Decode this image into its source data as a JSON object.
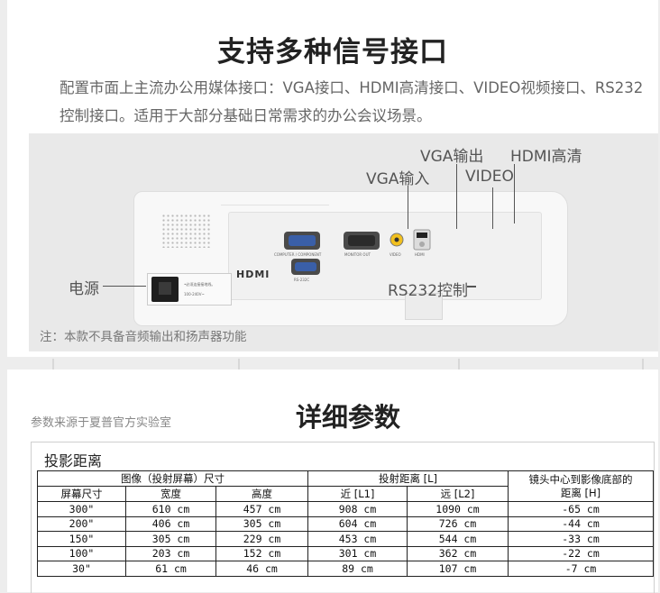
{
  "section1": {
    "title": "支持多种信号接口",
    "description": "配置市面上主流办公用媒体接口：VGA接口、HDMI高清接口、VIDEO视频接口、RS232控制接口。适用于大部分基础日常需求的办公会议场景。",
    "callouts": {
      "vga_in": "VGA输入",
      "vga_out": "VGA输出",
      "video": "VIDEO",
      "hdmi": "HDMI高清",
      "power": "电源",
      "rs232": "RS232控制"
    },
    "device_labels": {
      "computer_component": "COMPUTER / COMPONENT",
      "monitor_out": "MONITOR OUT",
      "video": "VIDEO",
      "hdmi": "HDMI",
      "rs232c": "RS-232C",
      "hdmi_logo": "HDMI",
      "power_warning": "•必须连接接地线。",
      "power_rating": "100-240V~"
    },
    "note": "注：本款不具备音频输出和扬声器功能"
  },
  "section2": {
    "source": "参数来源于夏普官方实验室",
    "title": "详细参数",
    "table_title": "投影距离",
    "headers": {
      "image_size": "图像（投射屏幕）尺寸",
      "throw_distance": "投射距离 [L]",
      "lens_center": "镜头中心到影像底部的距离 [H]",
      "screen_size": "屏幕尺寸",
      "width": "宽度",
      "height": "高度",
      "near": "近 [L1]",
      "far": "远 [L2]"
    },
    "rows": [
      [
        "300\"",
        "610 cm",
        "457 cm",
        "908 cm",
        "1090 cm",
        "-65 cm"
      ],
      [
        "200\"",
        "406 cm",
        "305 cm",
        "604 cm",
        "726 cm",
        "-44 cm"
      ],
      [
        "150\"",
        "305 cm",
        "229 cm",
        "453 cm",
        "544 cm",
        "-33 cm"
      ],
      [
        "100\"",
        "203 cm",
        "152 cm",
        "301 cm",
        "362 cm",
        "-22 cm"
      ],
      [
        "30\"",
        "61 cm",
        "46 cm",
        "89 cm",
        "107 cm",
        "-7 cm"
      ]
    ]
  }
}
